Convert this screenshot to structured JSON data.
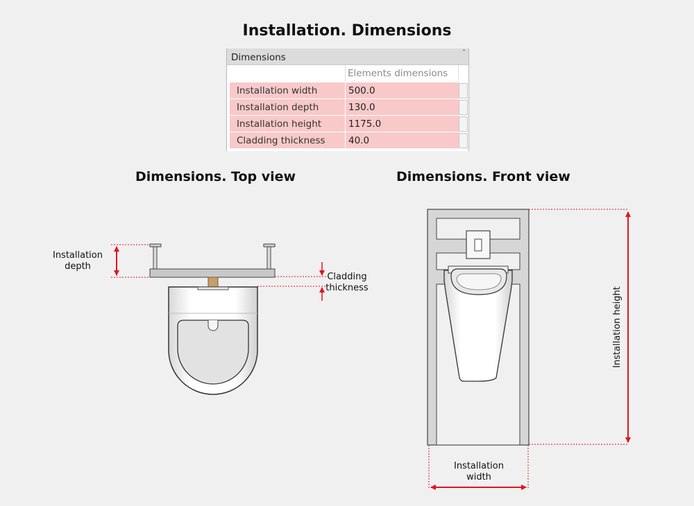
{
  "titles": {
    "main": "Installation. Dimensions",
    "top_view": "Dimensions. Top view",
    "front_view": "Dimensions. Front view"
  },
  "panel": {
    "header": "Dimensions",
    "collapse_icon": "chevron-up-double",
    "column_header": "Elements dimensions",
    "highlight_color": "#f9c9c9",
    "rows": [
      {
        "label": "Installation width",
        "value": "500.0"
      },
      {
        "label": "Installation depth",
        "value": "130.0"
      },
      {
        "label": "Installation height",
        "value": "1175.0"
      },
      {
        "label": "Cladding thickness",
        "value": "40.0"
      }
    ]
  },
  "annotations": {
    "depth": "Installation depth",
    "cladding": "Cladding thickness",
    "width": "Installation width",
    "height": "Installation height",
    "arrow_color": "#e0141e"
  }
}
